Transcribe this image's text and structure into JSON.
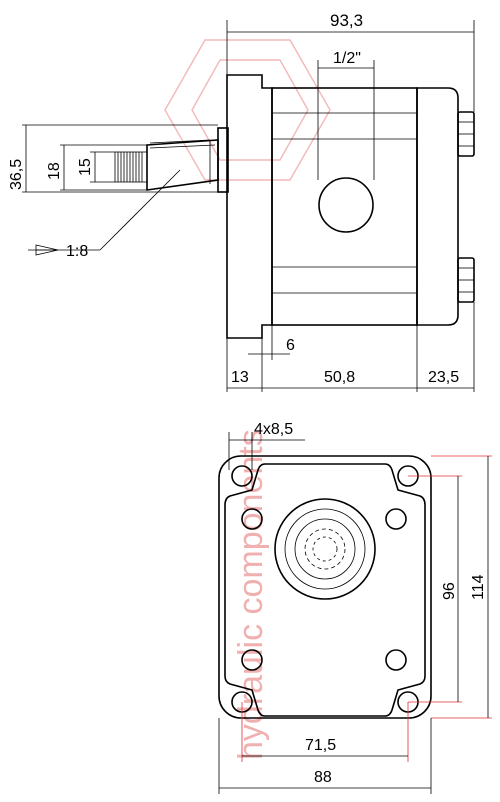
{
  "dimensions": {
    "overall_length": "93,3",
    "port_size": "1/2\"",
    "shaft_dia_outer": "36,5",
    "shaft_dia_mid": "18",
    "shaft_dia_inner": "15",
    "taper": "1:8",
    "shaft_step": "6",
    "flange_length": "13",
    "body_length": "50,8",
    "cover_length": "23,5",
    "holes": "4x8,5",
    "hole_spacing_vertical": "96",
    "overall_height": "114",
    "hole_spacing_horizontal": "71,5",
    "overall_width": "88"
  },
  "watermark": {
    "text": "hydraulic components"
  }
}
